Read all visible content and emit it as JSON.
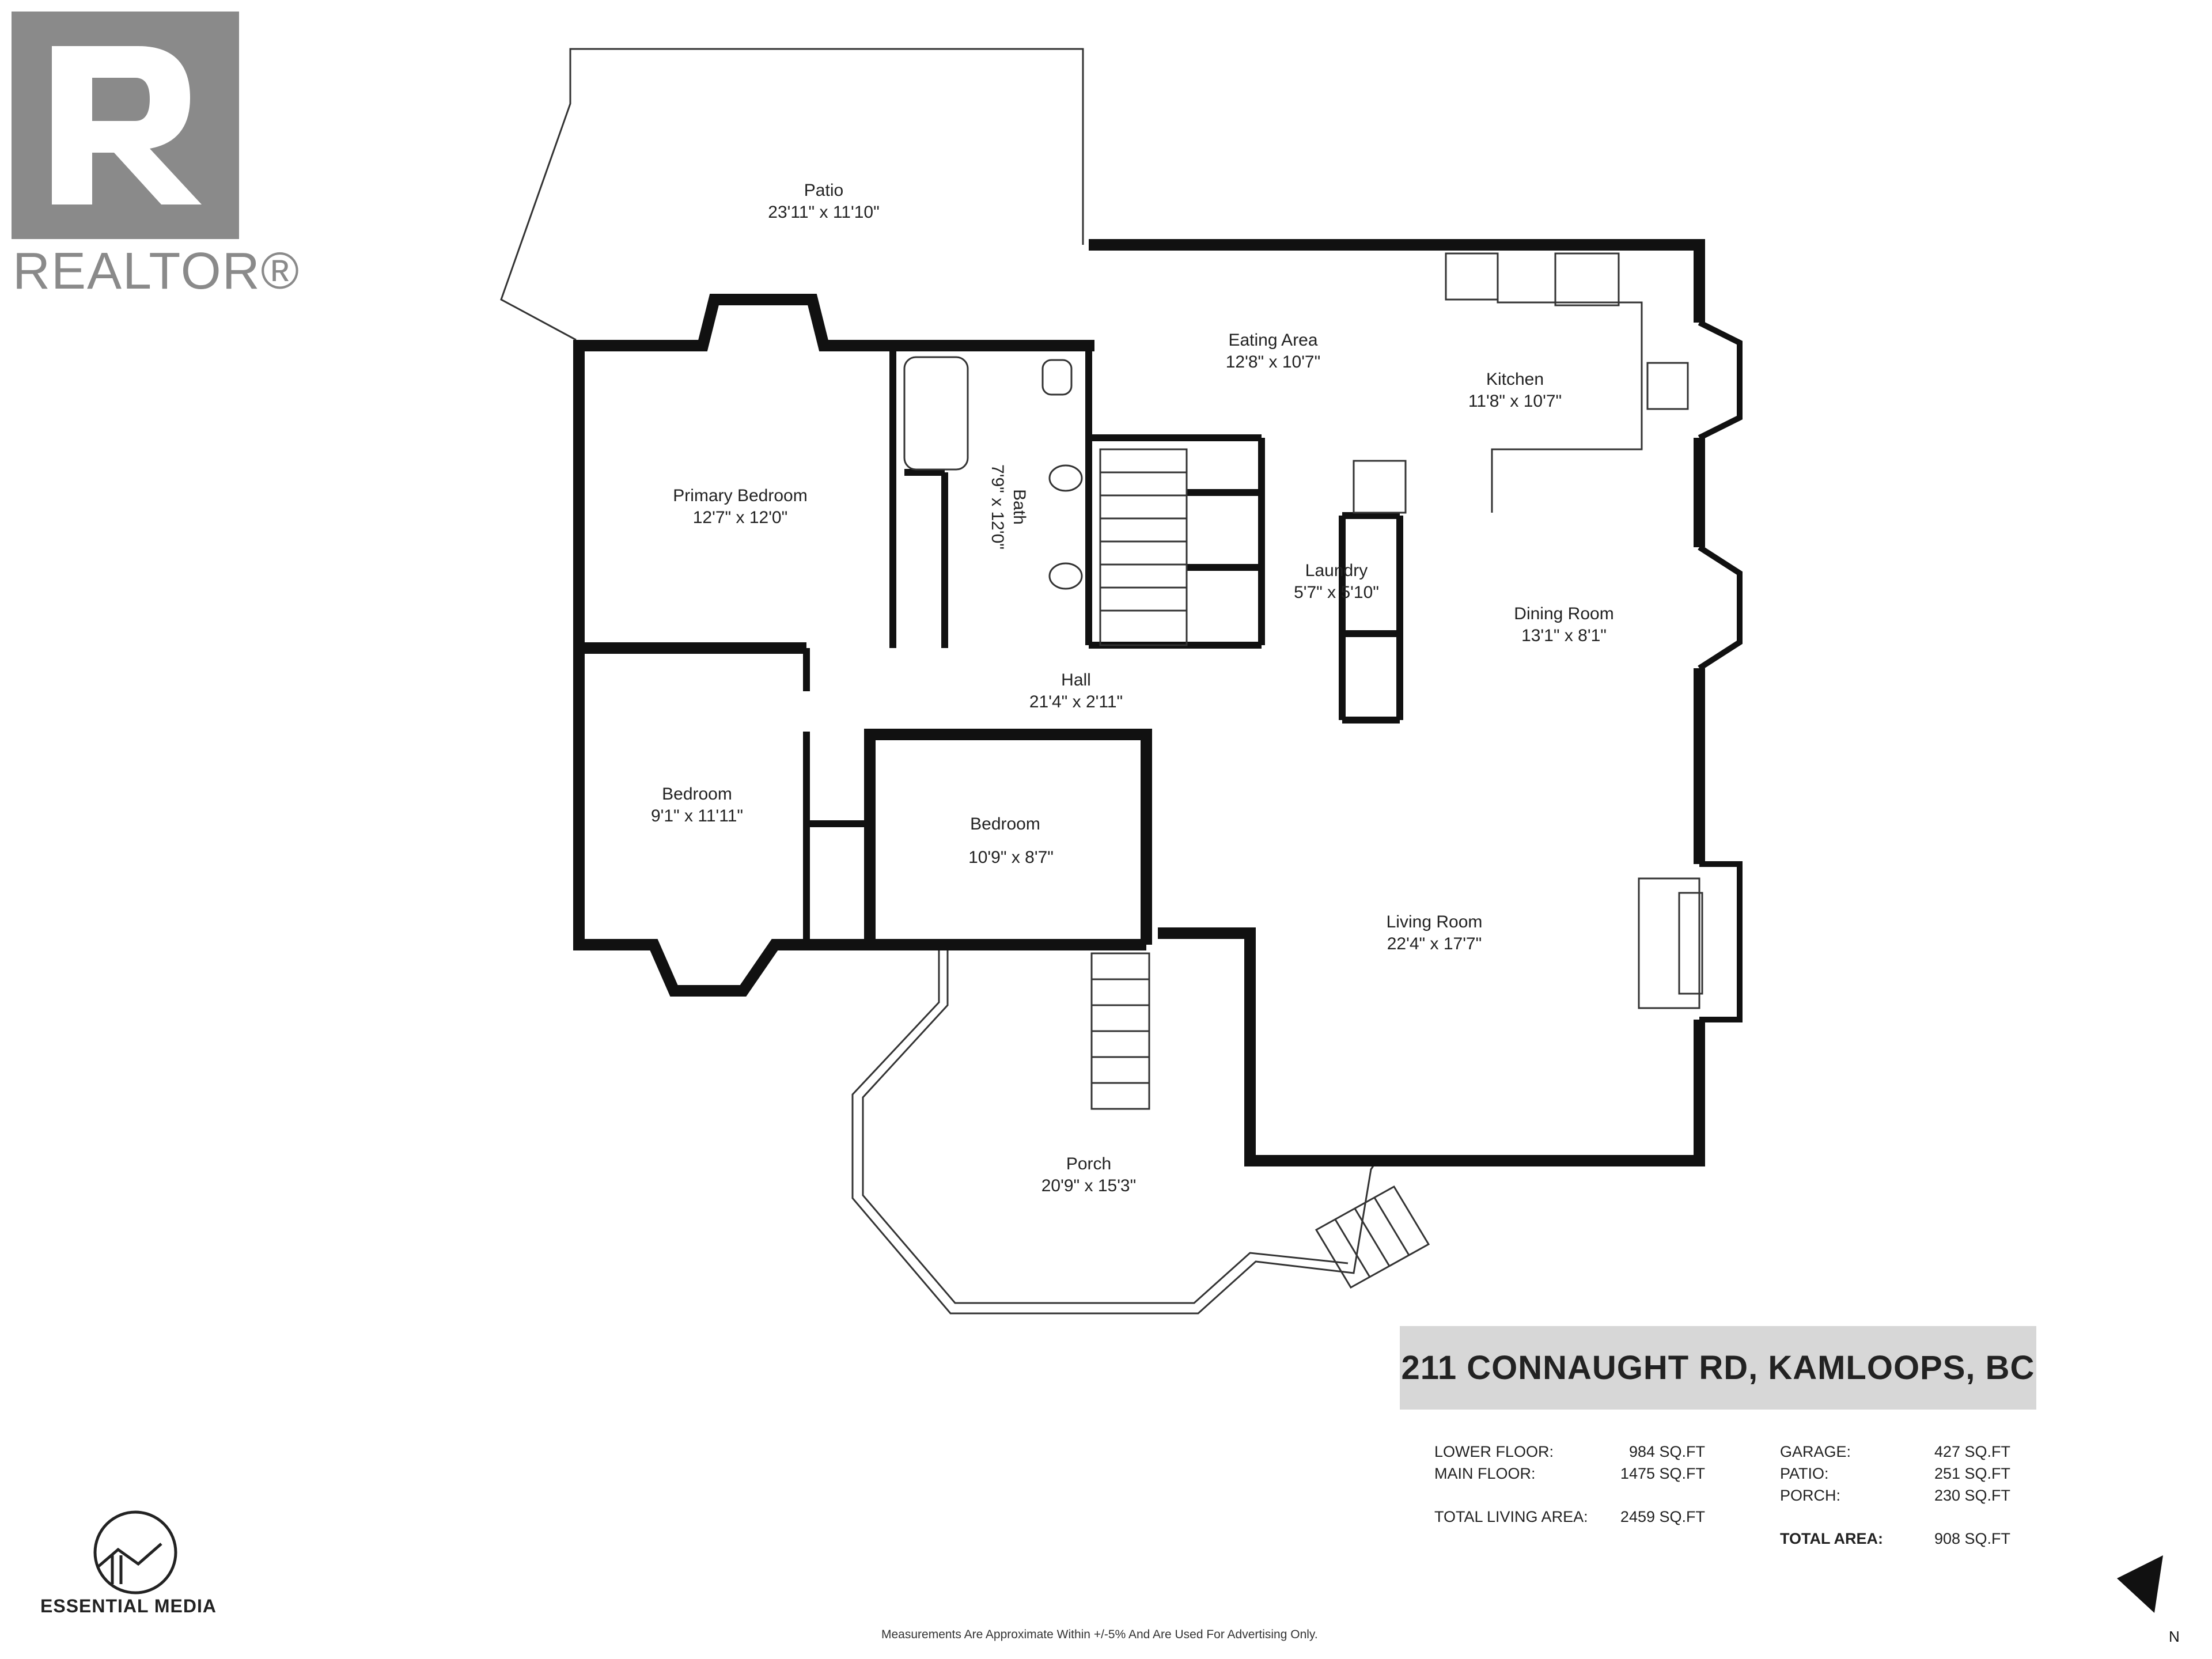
{
  "logo": {
    "text": "REALTOR®",
    "icon": "realtor-r-icon"
  },
  "address": "211 CONNAUGHT RD, KAMLOOPS, BC",
  "rooms": {
    "patio": {
      "name": "Patio",
      "dims": "23'11\" x 11'10\""
    },
    "eating": {
      "name": "Eating Area",
      "dims": "12'8\" x 10'7\""
    },
    "kitchen": {
      "name": "Kitchen",
      "dims": "11'8\" x 10'7\""
    },
    "primary": {
      "name": "Primary Bedroom",
      "dims": "12'7\" x 12'0\""
    },
    "bath": {
      "name": "Bath",
      "dims": "7'9\" x 12'0\""
    },
    "laundry": {
      "name": "Laundry",
      "dims": "5'7\" x 5'10\""
    },
    "dining": {
      "name": "Dining Room",
      "dims": "13'1\" x 8'1\""
    },
    "hall": {
      "name": "Hall",
      "dims": "21'4\" x 2'11\""
    },
    "bedroom1": {
      "name": "Bedroom",
      "dims": "9'1\" x 11'11\""
    },
    "bedroom2": {
      "name": "Bedroom",
      "dims": "10'9\" x 8'7\""
    },
    "living": {
      "name": "Living Room",
      "dims": "22'4\" x 17'7\""
    },
    "porch": {
      "name": "Porch",
      "dims": "20'9\" x 15'3\""
    }
  },
  "area_stats": {
    "left": [
      {
        "label": "LOWER FLOOR:",
        "value": "984 SQ.FT"
      },
      {
        "label": "MAIN FLOOR:",
        "value": "1475 SQ.FT"
      },
      {
        "label": "TOTAL LIVING AREA:",
        "value": "2459 SQ.FT"
      }
    ],
    "right": [
      {
        "label": "GARAGE:",
        "value": "427 SQ.FT"
      },
      {
        "label": "PATIO:",
        "value": "251 SQ.FT"
      },
      {
        "label": "PORCH:",
        "value": "230 SQ.FT"
      },
      {
        "label": "TOTAL AREA:",
        "value": "908 SQ.FT"
      }
    ]
  },
  "brand": "ESSENTIAL MEDIA",
  "disclaimer": "Measurements Are Approximate Within +/-5% And Are Used For Advertising Only.",
  "compass": {
    "label": "N",
    "icon": "north-arrow-icon"
  },
  "colors": {
    "wall": "#111111",
    "label_box": "#d7d7d7",
    "logo": "#8a8a8a"
  }
}
